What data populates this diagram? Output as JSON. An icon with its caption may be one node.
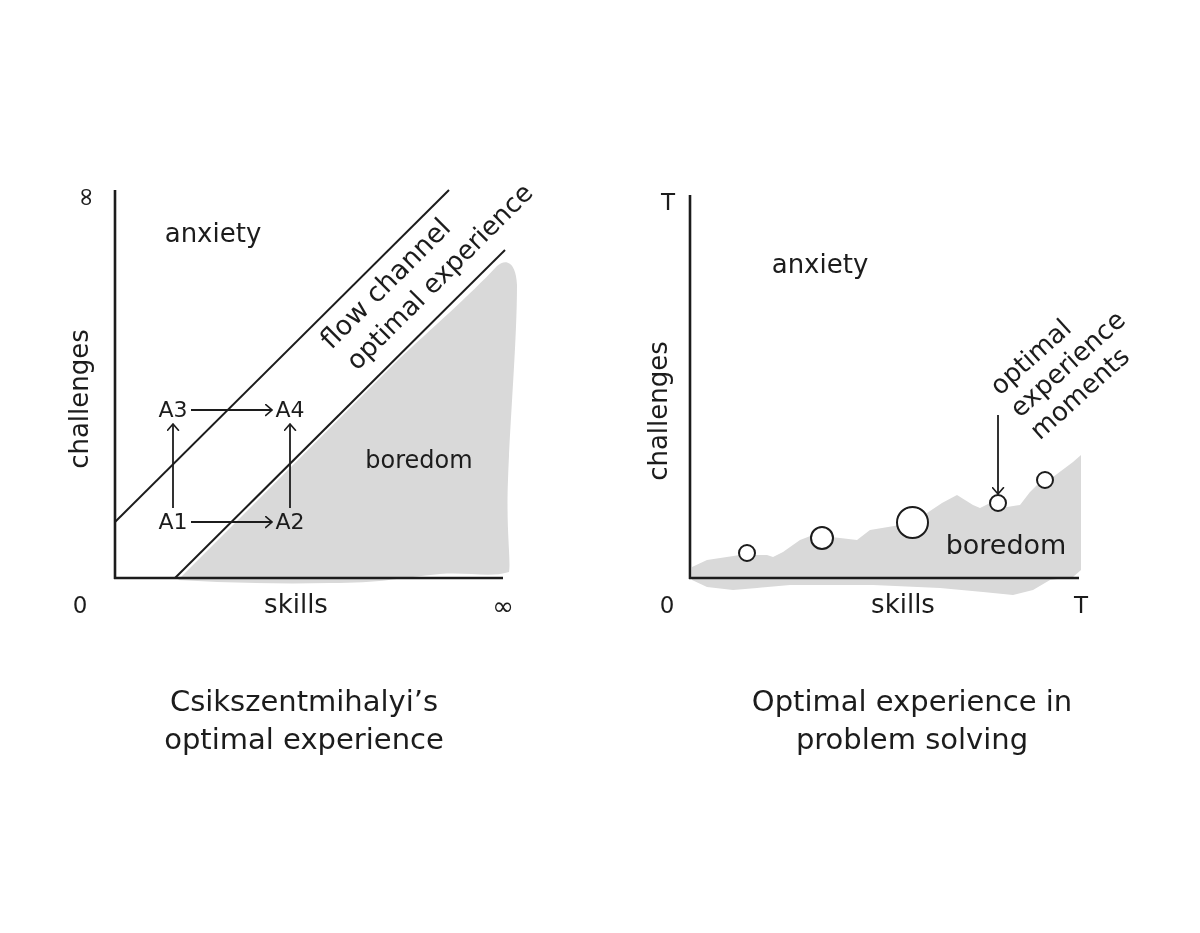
{
  "diagram": {
    "nodes": [
      {
        "text": [
          "A3"
        ]
      },
      {
        "text": [
          "A4"
        ]
      },
      {
        "text": [
          "A1"
        ]
      },
      {
        "text": [
          "A2"
        ]
      },
      {
        "text": [
          "optimal experience moments"
        ]
      },
      {
        "text": [],
        "shape": "circle"
      },
      {
        "text": [],
        "shape": "circle"
      },
      {
        "text": [],
        "shape": "circle"
      },
      {
        "text": [],
        "shape": "circle"
      },
      {
        "text": [],
        "shape": "circle"
      }
    ],
    "edges": [
      {
        "from": 0,
        "to": 1,
        "arrow": "to"
      },
      {
        "from": 2,
        "to": 0,
        "arrow": "to"
      },
      {
        "from": 3,
        "to": 1,
        "arrow": "to"
      },
      {
        "from": 2,
        "to": 3,
        "arrow": "to"
      },
      {
        "from": 4,
        "to": 8,
        "arrow": "to"
      }
    ],
    "labels": [
      "∞",
      "anxiety",
      "flow channel",
      "optimal experience",
      "challenges",
      "boredom",
      "0",
      "skills",
      "∞",
      "T",
      "anxiety",
      "challenges",
      "boredom",
      "0",
      "skills",
      "T",
      "Csikszentmihalyi’s optimal experience",
      "Optimal experience in problem solving"
    ]
  }
}
